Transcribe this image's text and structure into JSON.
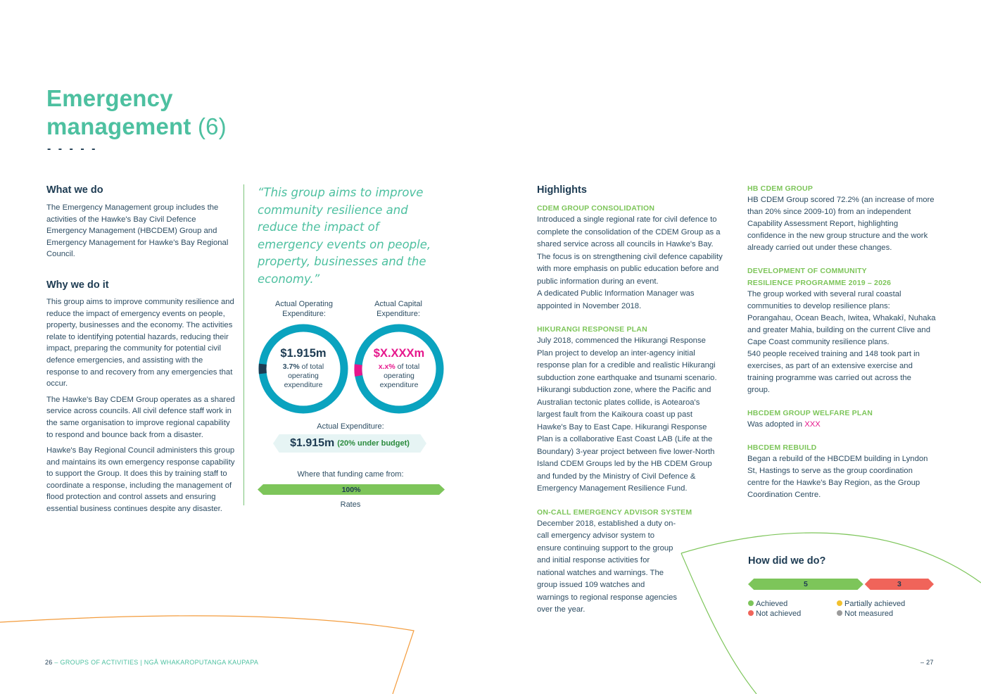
{
  "title": {
    "line1": "Emergency",
    "line2": "management",
    "num": "(6)",
    "dashes": "- - - - -"
  },
  "left": {
    "what_heading": "What we do",
    "what_body": "The Emergency Management group includes the activities of the Hawke's Bay Civil Defence Emergency Management (HBCDEM) Group and Emergency Management for Hawke's Bay Regional Council.",
    "why_heading": "Why we do it",
    "why_p1": "This group aims to improve community resilience and reduce the impact of emergency events on people, property, businesses and the economy. The activities relate to identifying potential hazards, reducing their impact, preparing the community for potential civil defence emergencies, and assisting with the response to and recovery from any emergencies that occur.",
    "why_p2": "The Hawke's Bay CDEM Group operates as a shared service across councils. All civil defence staff work in the same organisation to improve regional capability to respond and bounce back from a disaster.",
    "why_p3": "Hawke's Bay Regional Council administers this group and maintains its own emergency response capability to support the Group. It does this by training staff to coordinate a response, including the management of flood protection and control assets and ensuring essential business continues despite any disaster."
  },
  "quote": "“This group aims to improve community resilience and reduce the impact of emergency events on people, property, businesses and the economy.”",
  "finance": {
    "opex_label": "Actual Operating Expenditure:",
    "capex_label": "Actual Capital Expenditure:",
    "opex_amount": "$1.915m",
    "opex_pct": "3.7%",
    "opex_pct_value": 3.7,
    "capex_amount": "$X.XXXm",
    "capex_pct": "x.x%",
    "ring_sub": "of total",
    "ring_sub2": "operating",
    "ring_sub3": "expenditure",
    "actual_label": "Actual Expenditure:",
    "actual_amount": "$1.915m",
    "actual_note": "(20% under budget)",
    "funding_label": "Where that funding came from:",
    "funding_pct": "100%",
    "funding_source": "Rates",
    "colors": {
      "ring": "#0aa3bf",
      "opex_mark": "#1d3b52",
      "capex_mark": "#e6178c",
      "bar": "#7dc55a",
      "pill": "#e6f4f4"
    }
  },
  "highlights": {
    "heading": "Highlights",
    "s1_title": "CDEM GROUP CONSOLIDATION",
    "s1_body": "Introduced a single regional rate for civil defence to complete the consolidation of the CDEM Group as a shared service across all councils in Hawke's Bay. The focus is on strengthening civil defence capability with more emphasis on public education before and public information during an event.",
    "s1_body2": "A dedicated Public Information Manager was appointed in November 2018.",
    "s2_title": "HIKURANGI RESPONSE PLAN",
    "s2_body": "July 2018, commenced the Hikurangi Response Plan project to develop an inter-agency initial response plan for a credible and realistic Hikurangi subduction zone earthquake and tsunami scenario. Hikurangi subduction zone, where the Pacific and Australian tectonic plates collide, is Aotearoa's largest fault from the Kaikoura coast up past Hawke's Bay to East Cape. Hikurangi Response Plan is a collaborative East Coast LAB (Life at the Boundary) 3-year project between five lower-North Island CDEM Groups led by the HB CDEM Group and funded by the Ministry of Civil Defence & Emergency Management Resilience Fund.",
    "s3_title": "ON-CALL EMERGENCY ADVISOR SYSTEM",
    "s3_body": "December 2018, established a duty on-call emergency advisor system to ensure continuing support to the group and initial response activities for national watches and warnings. The group issued 109 watches and warnings to regional response agencies over the year."
  },
  "right": {
    "r1_title": "HB CDEM GROUP",
    "r1_body": "HB CDEM Group scored 72.2% (an increase of more than 20% since 2009-10) from an independent Capability Assessment Report, highlighting confidence in the new group structure and the work already carried out under these changes.",
    "r2_title_a": "DEVELOPMENT OF COMMUNITY",
    "r2_title_b": "RESILIENCE PROGRAMME 2019 – 2026",
    "r2_body": "The group worked with several rural coastal communities to develop resilience plans: Porangahau, Ocean Beach, Iwitea, Whakakī, Nuhaka and greater Mahia, building on the current Clive and Cape Coast community resilience plans.",
    "r2_body2": "540 people received training and 148 took part in exercises, as part of an extensive exercise and training programme was carried out across the group.",
    "r3_title": "HBCDEM GROUP WELFARE PLAN",
    "r3_body": "Was adopted in",
    "r3_xxx": "XXX",
    "r4_title": "HBCDEM REBUILD",
    "r4_body": "Began a rebuild of the HBCDEM building in Lyndon St, Hastings to serve as the group coordination centre for the Hawke's Bay Region, as the Group Coordination Centre."
  },
  "performance": {
    "heading": "How did we do?",
    "achieved": 5,
    "not_achieved": 3,
    "achieved_label": "5",
    "not_achieved_label": "3",
    "legend": {
      "achieved": "Achieved",
      "partial": "Partially achieved",
      "not_achieved": "Not achieved",
      "not_measured": "Not measured"
    },
    "colors": {
      "achieved": "#7dc55a",
      "partial": "#f2c12e",
      "not_achieved": "#f0645a",
      "not_measured": "#9b9b9b"
    }
  },
  "footer": {
    "left_num": "26",
    "left_sep": " – ",
    "left_text": "GROUPS OF ACTIVITIES | NGĀ WHAKAROPUTANGA KAUPAPA",
    "right_text": "– 27"
  }
}
